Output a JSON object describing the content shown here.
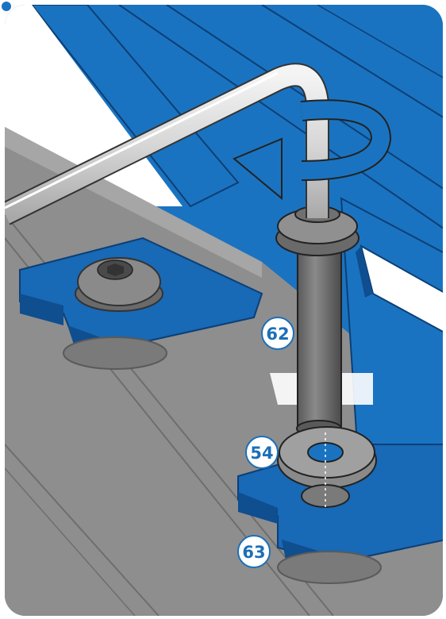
{
  "callouts": {
    "part_62": "62",
    "part_54": "54",
    "part_63": "63"
  },
  "colors": {
    "frame_blue": "#1a73c0",
    "plate_blue": "#1869b6",
    "plate_dark": "#0f4e8f",
    "gray_panel": "#8e8e8e",
    "gray_dark": "#6e6e6e",
    "gray_light": "#a6a6a6",
    "callout_bg": "#ffffff",
    "callout_text": "#1d6fb8"
  },
  "icons": {
    "allen_key": "allen-key-icon",
    "rotation_arrow": "rotate-arrow-icon",
    "bolt": "hex-socket-bolt-icon",
    "spacer": "spacer-tube-icon",
    "washer": "washer-icon"
  }
}
